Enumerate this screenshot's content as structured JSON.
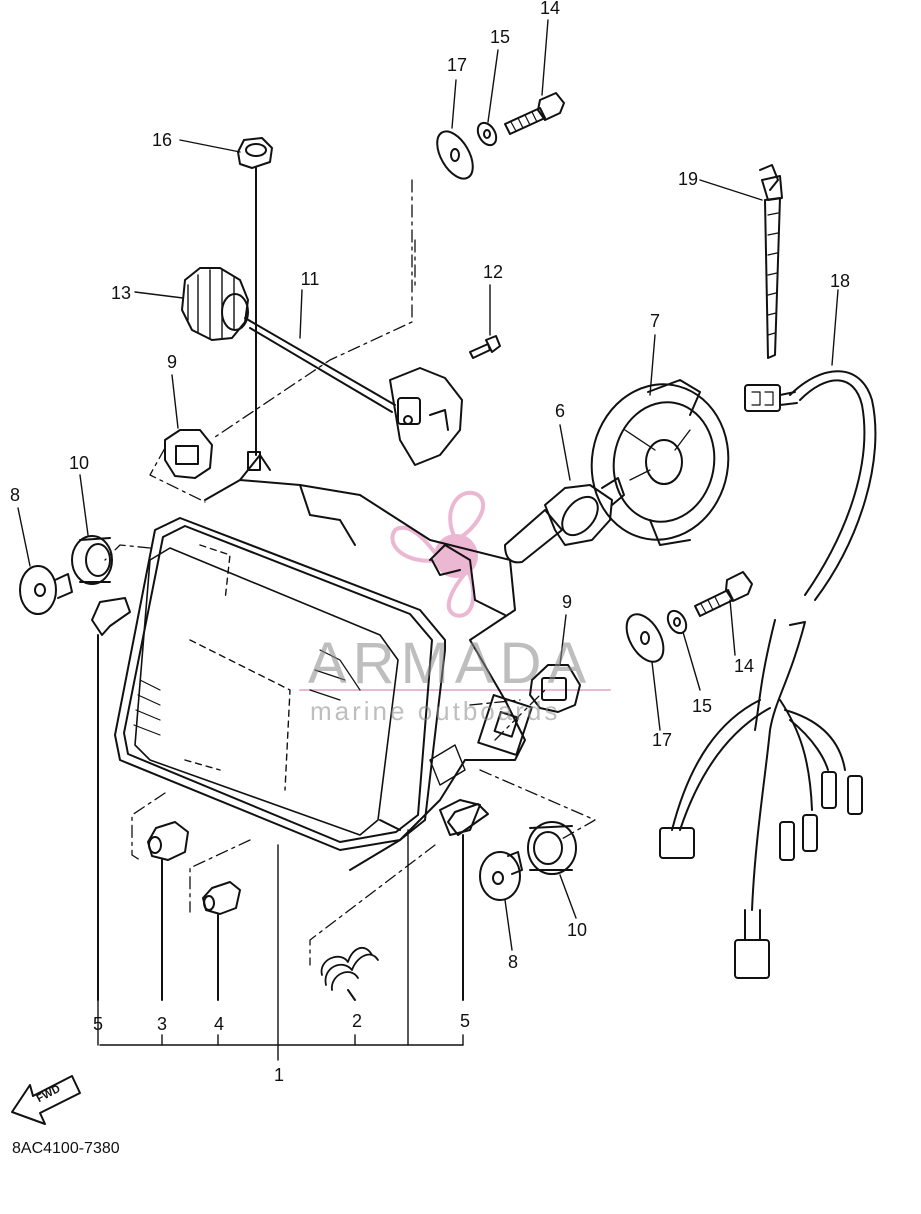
{
  "diagram": {
    "code": "8AC4100-7380",
    "fwd_label": "FWD",
    "watermark": {
      "title": "ARMADA",
      "subtitle": "marine outboards",
      "color": "#e8a6c8"
    },
    "callouts": [
      {
        "id": "c1",
        "text": "1"
      },
      {
        "id": "c2",
        "text": "2"
      },
      {
        "id": "c3",
        "text": "3"
      },
      {
        "id": "c4",
        "text": "4"
      },
      {
        "id": "c5a",
        "text": "5"
      },
      {
        "id": "c5b",
        "text": "5"
      },
      {
        "id": "c6",
        "text": "6"
      },
      {
        "id": "c7",
        "text": "7"
      },
      {
        "id": "c8a",
        "text": "8"
      },
      {
        "id": "c8b",
        "text": "8"
      },
      {
        "id": "c9a",
        "text": "9"
      },
      {
        "id": "c9b",
        "text": "9"
      },
      {
        "id": "c10a",
        "text": "10"
      },
      {
        "id": "c10b",
        "text": "10"
      },
      {
        "id": "c11",
        "text": "11"
      },
      {
        "id": "c12",
        "text": "12"
      },
      {
        "id": "c13",
        "text": "13"
      },
      {
        "id": "c14a",
        "text": "14"
      },
      {
        "id": "c14b",
        "text": "14"
      },
      {
        "id": "c15a",
        "text": "15"
      },
      {
        "id": "c15b",
        "text": "15"
      },
      {
        "id": "c16",
        "text": "16"
      },
      {
        "id": "c17a",
        "text": "17"
      },
      {
        "id": "c17b",
        "text": "17"
      },
      {
        "id": "c18",
        "text": "18"
      },
      {
        "id": "c19",
        "text": "19"
      }
    ]
  }
}
